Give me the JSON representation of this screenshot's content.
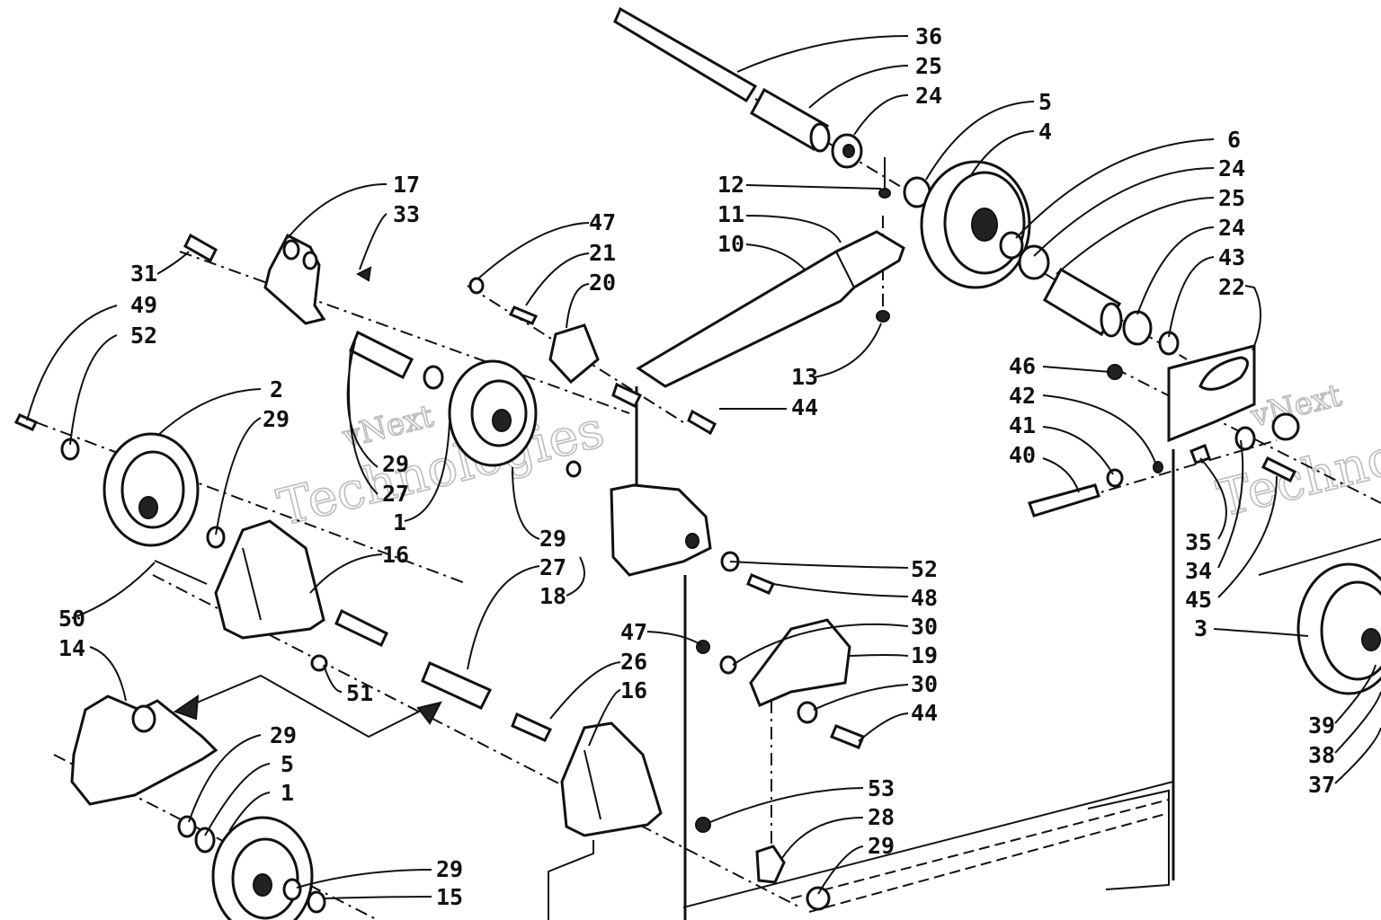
{
  "watermark": {
    "line1": "vNext",
    "line2": "Technologies"
  },
  "callouts": [
    {
      "id": "c01",
      "text": "36"
    },
    {
      "id": "c02",
      "text": "25"
    },
    {
      "id": "c03",
      "text": "24"
    },
    {
      "id": "c04",
      "text": "5"
    },
    {
      "id": "c05",
      "text": "4"
    },
    {
      "id": "c06",
      "text": "6"
    },
    {
      "id": "c07",
      "text": "24"
    },
    {
      "id": "c08",
      "text": "25"
    },
    {
      "id": "c09",
      "text": "24"
    },
    {
      "id": "c10",
      "text": "43"
    },
    {
      "id": "c11",
      "text": "22"
    },
    {
      "id": "c12",
      "text": "12"
    },
    {
      "id": "c13",
      "text": "11"
    },
    {
      "id": "c14",
      "text": "10"
    },
    {
      "id": "c15",
      "text": "13"
    },
    {
      "id": "c16",
      "text": "44"
    },
    {
      "id": "c17",
      "text": "47"
    },
    {
      "id": "c18",
      "text": "21"
    },
    {
      "id": "c19",
      "text": "20"
    },
    {
      "id": "c20",
      "text": "17"
    },
    {
      "id": "c21",
      "text": "33"
    },
    {
      "id": "c22",
      "text": "31"
    },
    {
      "id": "c23",
      "text": "49"
    },
    {
      "id": "c24",
      "text": "52"
    },
    {
      "id": "c25",
      "text": "2"
    },
    {
      "id": "c26",
      "text": "29"
    },
    {
      "id": "c27",
      "text": "29"
    },
    {
      "id": "c28",
      "text": "27"
    },
    {
      "id": "c29",
      "text": "1"
    },
    {
      "id": "c30",
      "text": "29"
    },
    {
      "id": "c31",
      "text": "27"
    },
    {
      "id": "c32",
      "text": "18"
    },
    {
      "id": "c33",
      "text": "16"
    },
    {
      "id": "c34",
      "text": "50"
    },
    {
      "id": "c35",
      "text": "14"
    },
    {
      "id": "c36",
      "text": "51"
    },
    {
      "id": "c37",
      "text": "52"
    },
    {
      "id": "c38",
      "text": "48"
    },
    {
      "id": "c39",
      "text": "47"
    },
    {
      "id": "c40",
      "text": "26"
    },
    {
      "id": "c41",
      "text": "16"
    },
    {
      "id": "c42",
      "text": "30"
    },
    {
      "id": "c43",
      "text": "19"
    },
    {
      "id": "c44",
      "text": "30"
    },
    {
      "id": "c45",
      "text": "44"
    },
    {
      "id": "c46",
      "text": "29"
    },
    {
      "id": "c47",
      "text": "5"
    },
    {
      "id": "c48",
      "text": "1"
    },
    {
      "id": "c49",
      "text": "53"
    },
    {
      "id": "c50",
      "text": "28"
    },
    {
      "id": "c51",
      "text": "29"
    },
    {
      "id": "c52",
      "text": "29"
    },
    {
      "id": "c53",
      "text": "15"
    },
    {
      "id": "c54",
      "text": "46"
    },
    {
      "id": "c55",
      "text": "42"
    },
    {
      "id": "c56",
      "text": "41"
    },
    {
      "id": "c57",
      "text": "40"
    },
    {
      "id": "c58",
      "text": "35"
    },
    {
      "id": "c59",
      "text": "34"
    },
    {
      "id": "c60",
      "text": "45"
    },
    {
      "id": "c61",
      "text": "3"
    },
    {
      "id": "c62",
      "text": "39"
    },
    {
      "id": "c63",
      "text": "38"
    },
    {
      "id": "c64",
      "text": "37"
    }
  ]
}
